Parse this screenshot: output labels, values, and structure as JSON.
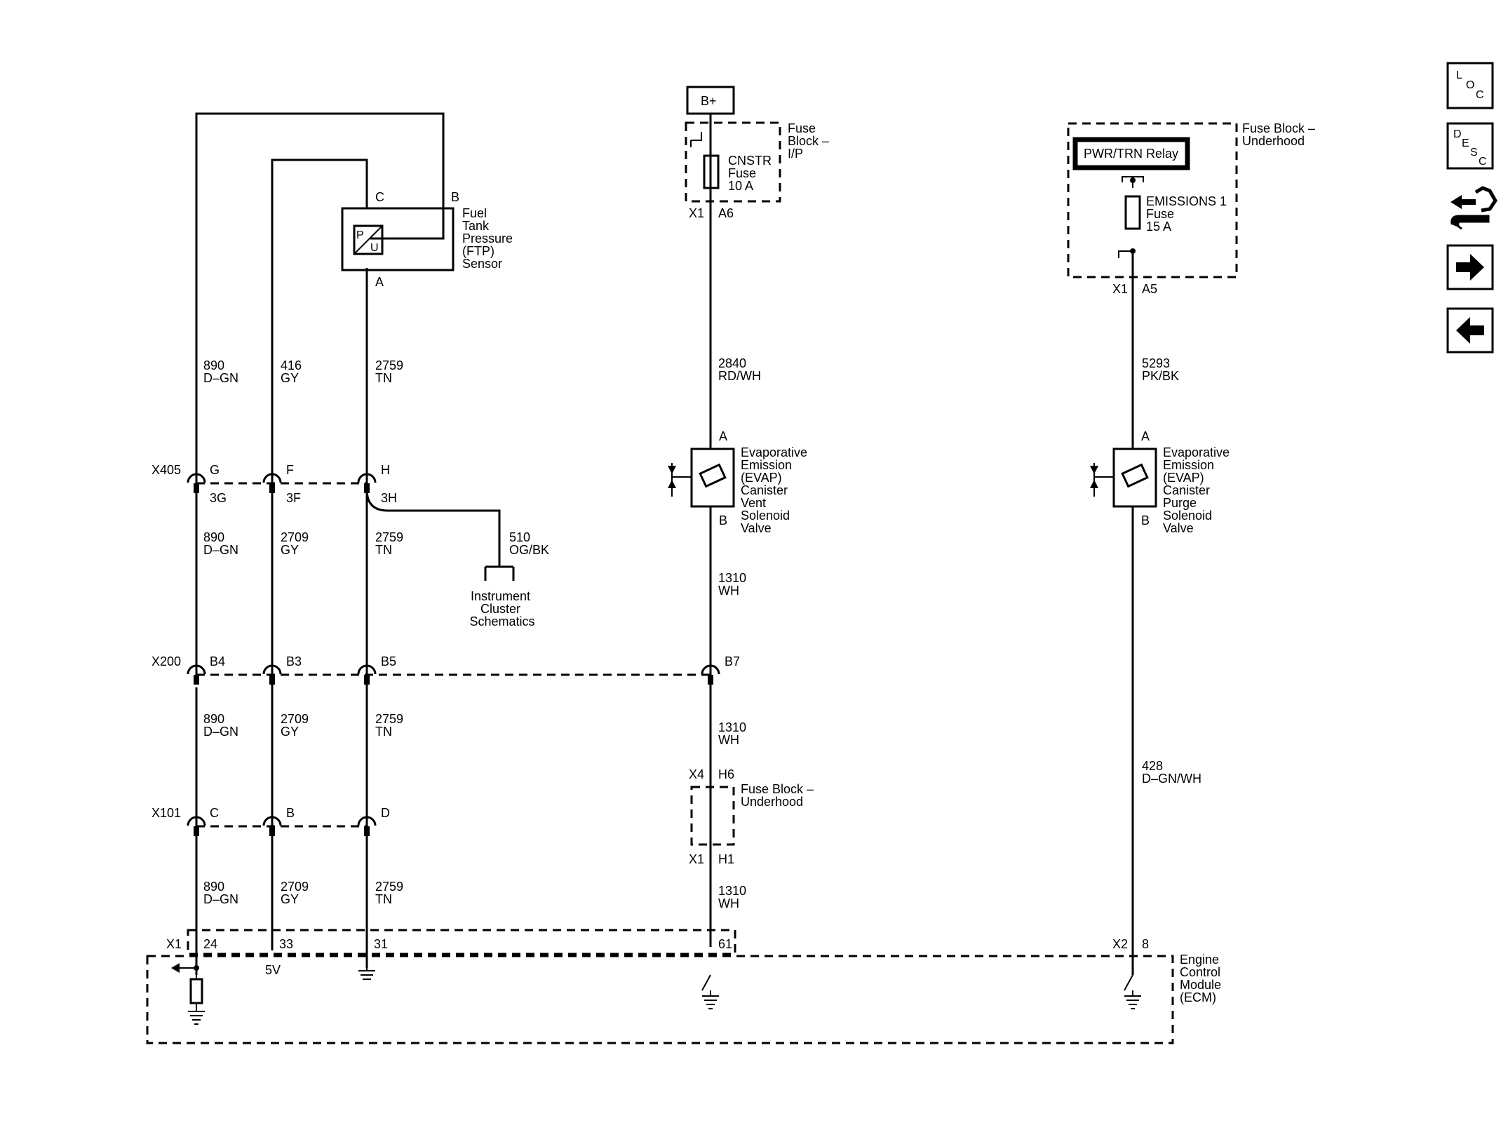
{
  "sensor": {
    "pin_c": "C",
    "pin_b": "B",
    "pin_a": "A",
    "symbol_p": "P",
    "symbol_u": "U",
    "name_lines": [
      "Fuel",
      "Tank",
      "Pressure",
      "(FTP)",
      "Sensor"
    ]
  },
  "power": {
    "bplus": "B+",
    "fuse_block_ip_lines": [
      "Fuse",
      "Block –",
      "I/P"
    ],
    "cnstr_fuse_lines": [
      "CNSTR",
      "Fuse",
      "10 A"
    ],
    "cnstr_x1": "X1",
    "cnstr_a6": "A6",
    "fuse_block_uh_lines": [
      "Fuse Block –",
      "Underhood"
    ],
    "relay": "PWR/TRN Relay",
    "emissions_fuse_lines": [
      "EMISSIONS 1",
      "Fuse",
      "15 A"
    ],
    "emis_x1": "X1",
    "emis_a5": "A5"
  },
  "wires": {
    "w890a": [
      "890",
      "D–GN"
    ],
    "w416": [
      "416",
      "GY"
    ],
    "w2759a": [
      "2759",
      "TN"
    ],
    "w2840": [
      "2840",
      "RD/WH"
    ],
    "w5293": [
      "5293",
      "PK/BK"
    ],
    "w890b": [
      "890",
      "D–GN"
    ],
    "w2709b": [
      "2709",
      "GY"
    ],
    "w2759b": [
      "2759",
      "TN"
    ],
    "w510": [
      "510",
      "OG/BK"
    ],
    "w1310a": [
      "1310",
      "WH"
    ],
    "w890c": [
      "890",
      "D–GN"
    ],
    "w2709c": [
      "2709",
      "GY"
    ],
    "w2759c": [
      "2759",
      "TN"
    ],
    "w1310b": [
      "1310",
      "WH"
    ],
    "w428": [
      "428",
      "D–GN/WH"
    ],
    "w890d": [
      "890",
      "D–GN"
    ],
    "w2709d": [
      "2709",
      "GY"
    ],
    "w2759d": [
      "2759",
      "TN"
    ],
    "w1310c": [
      "1310",
      "WH"
    ]
  },
  "connectors": {
    "x405": {
      "name": "X405",
      "g": "G",
      "f": "F",
      "h": "H",
      "g3": "3G",
      "f3": "3F",
      "h3": "3H"
    },
    "x200": {
      "name": "X200",
      "b4": "B4",
      "b3": "B3",
      "b5": "B5",
      "b7": "B7"
    },
    "x101": {
      "name": "X101",
      "c": "C",
      "b": "B",
      "d": "D"
    }
  },
  "instrument_cluster_lines": [
    "Instrument",
    "Cluster",
    "Schematics"
  ],
  "vent_valve": {
    "pin_a": "A",
    "pin_b": "B",
    "lines": [
      "Evaporative",
      "Emission",
      "(EVAP)",
      "Canister",
      "Vent",
      "Solenoid",
      "Valve"
    ]
  },
  "purge_valve": {
    "pin_a": "A",
    "pin_b": "B",
    "lines": [
      "Evaporative",
      "Emission",
      "(EVAP)",
      "Canister",
      "Purge",
      "Solenoid",
      "Valve"
    ]
  },
  "fuse_block_underhood_inline": {
    "x4": "X4",
    "h6": "H6",
    "x1": "X1",
    "h1": "H1",
    "lines": [
      "Fuse Block –",
      "Underhood"
    ]
  },
  "ecm": {
    "x1": "X1",
    "p24": "24",
    "p33": "33",
    "p31": "31",
    "p61": "61",
    "x2": "X2",
    "p8": "8",
    "v5": "5V",
    "lines": [
      "Engine",
      "Control",
      "Module",
      "(ECM)"
    ]
  },
  "side_buttons": {
    "loc": {
      "a": "L",
      "b": "O",
      "c": "C"
    },
    "desc": {
      "a": "D",
      "b": "E",
      "c": "S",
      "d": "C"
    },
    "icons": [
      "connector-wrench-icon",
      "arrow-right-icon",
      "arrow-left-icon"
    ]
  }
}
